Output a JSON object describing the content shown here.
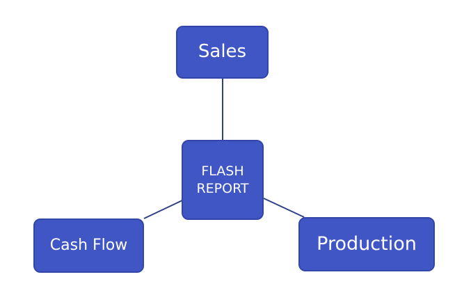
{
  "diagram": {
    "nodes": {
      "sales": {
        "label": "Sales"
      },
      "center_line1": "FLASH",
      "center_line2": "REPORT",
      "cash_flow": {
        "label": "Cash Flow"
      },
      "production": {
        "label": "Production"
      }
    },
    "edges": [
      {
        "from": "FLASH REPORT",
        "to": "Sales"
      },
      {
        "from": "FLASH REPORT",
        "to": "Cash Flow"
      },
      {
        "from": "FLASH REPORT",
        "to": "Production"
      }
    ],
    "colors": {
      "node_fill": "#4056c4",
      "node_border": "#3146a8",
      "connector": "#2f3f86",
      "text": "#ffffff"
    }
  }
}
